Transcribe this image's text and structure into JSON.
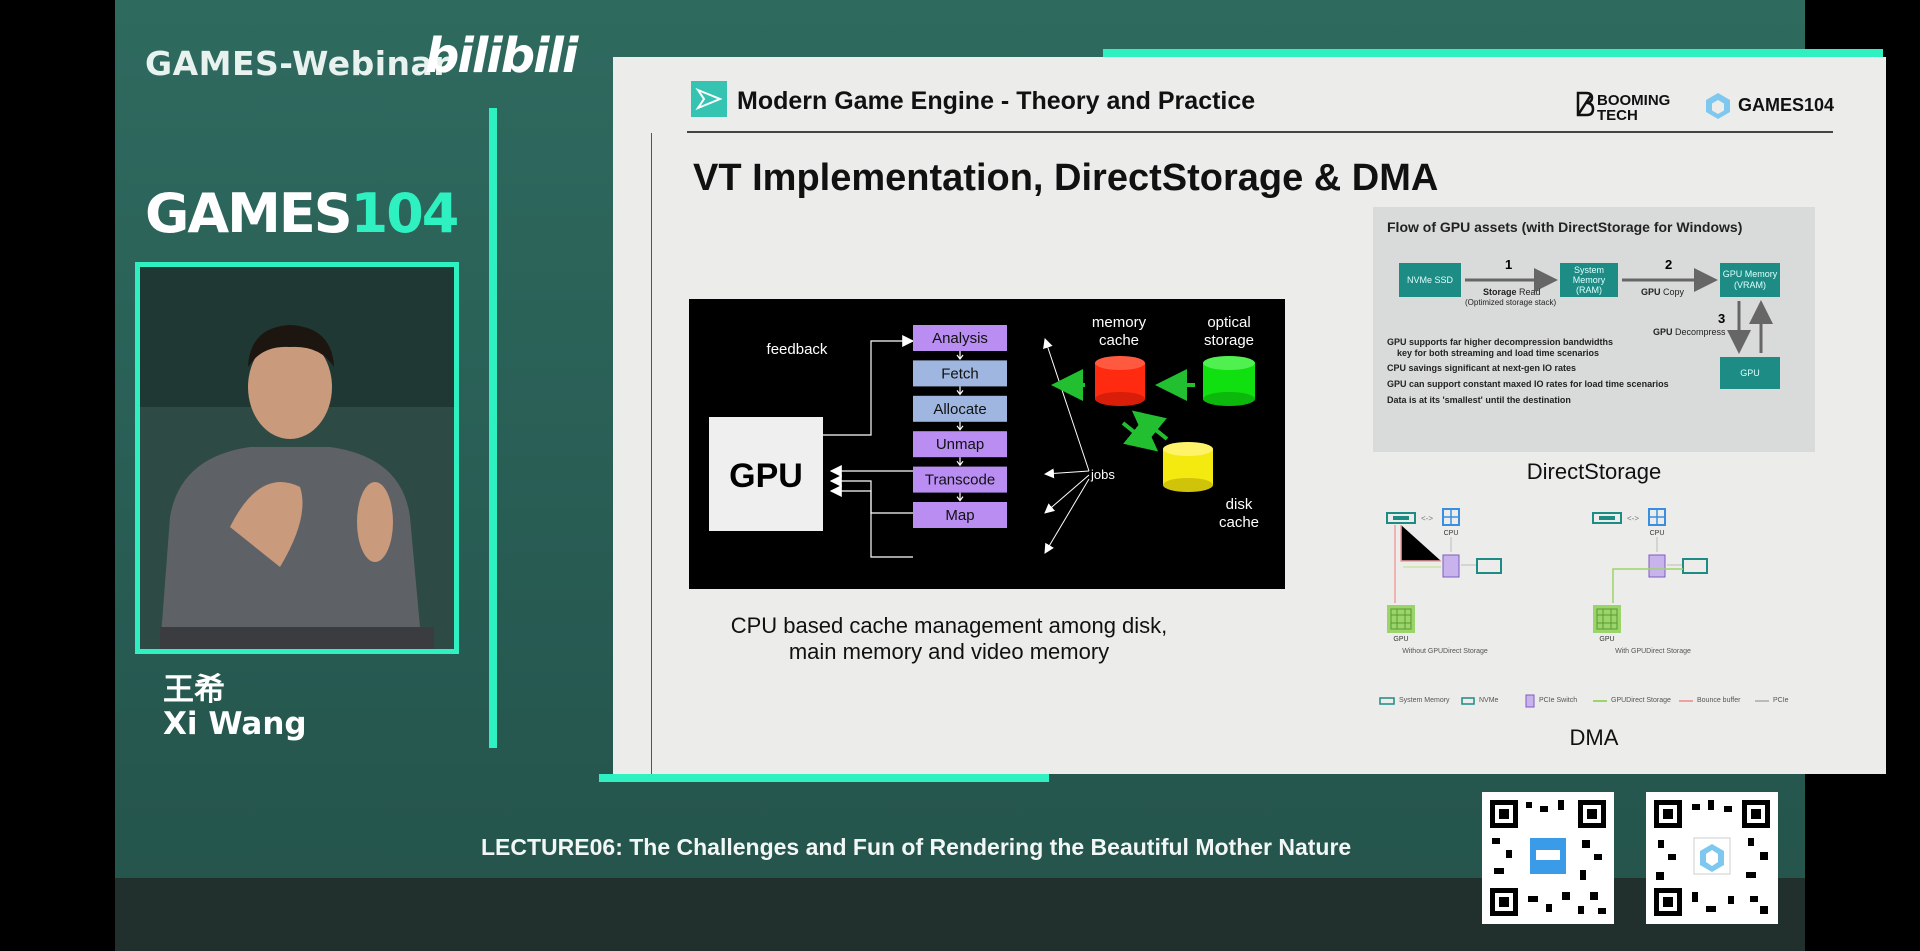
{
  "stream": {
    "channel": "GAMES-Webinar",
    "bilibili_logo": "bilibili",
    "logo": {
      "text": "GAMES",
      "number": "104"
    },
    "host": {
      "name_cn": "王希",
      "name_en": "Xi Wang"
    },
    "lecture_title": "LECTURE06: The Challenges and Fun of Rendering the Beautiful Mother Nature",
    "qr_codes": [
      "qr-code-games",
      "qr-code-games104"
    ]
  },
  "slide": {
    "course_title": "Modern Game Engine - Theory and Practice",
    "sponsor_logo": {
      "line1": "BOOMING",
      "line2": "TECH"
    },
    "course_logo": "GAMES104",
    "title": "VT Implementation, DirectStorage & DMA",
    "vt_diagram": {
      "gpu_label": "GPU",
      "feedback_label": "feedback",
      "jobs_label": "jobs",
      "stages": [
        "Analysis",
        "Fetch",
        "Allocate",
        "Unmap",
        "Transcode",
        "Map"
      ],
      "memory_cache": {
        "line1": "memory",
        "line2": "cache"
      },
      "optical_storage": {
        "line1": "optical",
        "line2": "storage"
      },
      "disk_cache": {
        "line1": "disk",
        "line2": "cache"
      },
      "colors": {
        "stage_purple": "#b98df2",
        "stage_blue": "#9fb7e0",
        "memory": "#ff2a10",
        "optical": "#10e010",
        "disk": "#f5ea10",
        "arrow": "#22c030"
      }
    },
    "vt_caption": {
      "line1": "CPU based cache management among disk,",
      "line2": "main memory and video memory"
    },
    "directstorage": {
      "panel_title": "Flow of GPU assets (with DirectStorage for Windows)",
      "boxes": {
        "nvme": "NVMe SSD",
        "sysmem1": "System",
        "sysmem2": "Memory",
        "sysmem3": "(RAM)",
        "gpumem1": "GPU Memory",
        "gpumem2": "(VRAM)",
        "gpu": "GPU"
      },
      "steps": {
        "s1_num": "1",
        "s1_bold": "Storage",
        "s1_text": " Read",
        "s1_sub": "(Optimized storage stack)",
        "s2_num": "2",
        "s2_bold": "GPU",
        "s2_text": " Copy",
        "s3_num": "3",
        "s3_bold": "GPU",
        "s3_text": " Decompress"
      },
      "bullets": [
        "GPU supports far higher decompression bandwidths",
        "key for both streaming and load time scenarios",
        "CPU savings significant at next-gen IO rates",
        "GPU can support constant maxed IO rates for load time scenarios",
        "Data is at its 'smallest' until the destination"
      ],
      "caption": "DirectStorage"
    },
    "dma": {
      "left_caption": "Without GPUDirect Storage",
      "right_caption": "With GPUDirect Storage",
      "cpu_label": "CPU",
      "gpu_label": "GPU",
      "legend": [
        "System Memory",
        "NVMe",
        "PCIe Switch",
        "GPUDirect Storage",
        "Bounce buffer",
        "PCIe"
      ],
      "caption": "DMA"
    }
  }
}
